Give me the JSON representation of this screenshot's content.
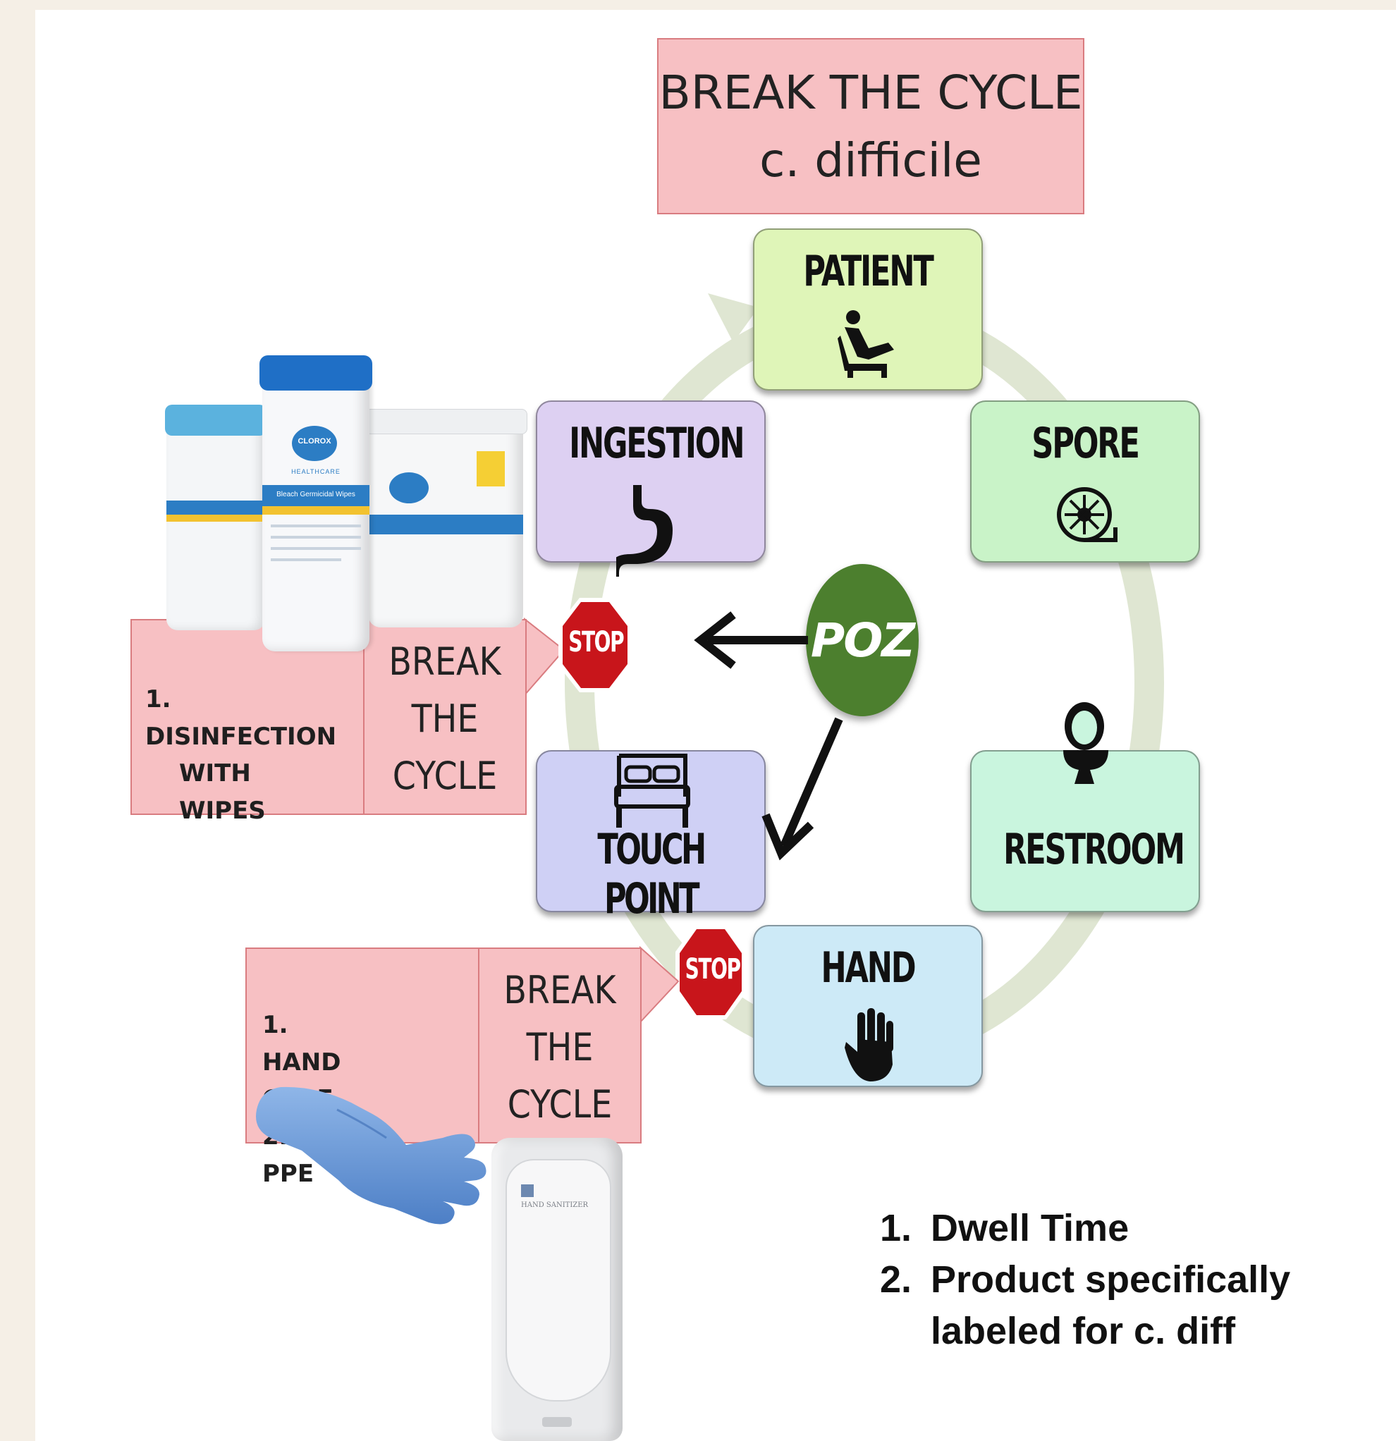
{
  "title": {
    "line1": "BREAK THE CYCLE",
    "line2": "c. difficile"
  },
  "nodes": {
    "patient": "PATIENT",
    "spore": "SPORE",
    "restroom": "RESTROOM",
    "hand": "HAND",
    "touch_point": "TOUCH POINT",
    "ingestion": "INGESTION"
  },
  "stop_label": "STOP",
  "poz_label": "POZ",
  "callout_top": {
    "items": [
      "1. DISINFECTION",
      "WITH WIPES"
    ],
    "break_text": [
      "BREAK",
      "THE",
      "CYCLE"
    ]
  },
  "callout_bottom": {
    "items": [
      "1. HAND CARE",
      "2. PPE"
    ],
    "break_text": [
      "BREAK",
      "THE",
      "CYCLE"
    ]
  },
  "product_labels": {
    "wipes_brand": "CLOROX",
    "wipes_line": "HEALTHCARE",
    "wipes_product": "Bleach Germicidal Wipes",
    "sanitizer": "HAND SANITIZER"
  },
  "notes": [
    {
      "num": "1.",
      "text": "Dwell Time"
    },
    {
      "num": "2.",
      "text": "Product specifically"
    },
    {
      "num": "",
      "text": "labeled for c. diff"
    }
  ],
  "colors": {
    "patient": "#dff5b8",
    "spore": "#c9f3c8",
    "restroom": "#c9f5de",
    "hand": "#cdeaf7",
    "touch_point": "#cfd0f5",
    "ingestion": "#ddd0f2",
    "callout": "#f7c0c3",
    "stop": "#c8151b",
    "poz": "#4c7f2e",
    "cycle_arrow": "#dfe6d2"
  }
}
